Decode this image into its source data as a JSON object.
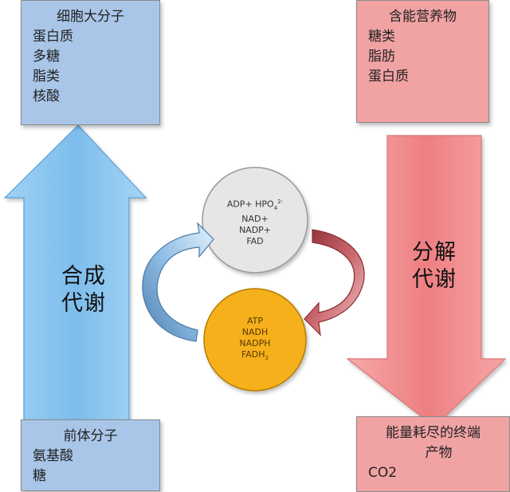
{
  "top_left_box": {
    "title": "细胞大分子",
    "items": [
      "蛋白质",
      "多糖",
      "脂类",
      "核酸"
    ]
  },
  "top_right_box": {
    "title": "含能营养物",
    "items": [
      "糖类",
      "脂肪",
      "蛋白质"
    ]
  },
  "bottom_left_box": {
    "title": "前体分子",
    "items": [
      "氨基酸",
      "糖"
    ]
  },
  "bottom_right_box": {
    "title": "能量耗尽的终端",
    "items": [
      "产物",
      "CO2"
    ]
  },
  "anabolism": {
    "line1": "合成",
    "line2": "代谢"
  },
  "catabolism": {
    "line1": "分解",
    "line2": "代谢"
  },
  "grey_circle": {
    "line1": "ADP+ HPO4",
    "line1_sub": "4",
    "line1_sup": "2-",
    "line1_prefix": "ADP+ HPO",
    "line2": "NAD+",
    "line3": "NADP+",
    "line4": "FAD"
  },
  "orange_circle": {
    "line1": "ATP",
    "line2": "NADH",
    "line3": "NADPH",
    "line4_prefix": "FADH",
    "line4_sub": "2"
  },
  "colors": {
    "blue_box": "#a9c6e8",
    "red_box": "#f1a3a4",
    "blue_arrow": "#8fc8f0",
    "red_arrow": "#ef8a8c",
    "grey_circle": "#e6e6e6",
    "orange_circle": "#f5b01a"
  }
}
